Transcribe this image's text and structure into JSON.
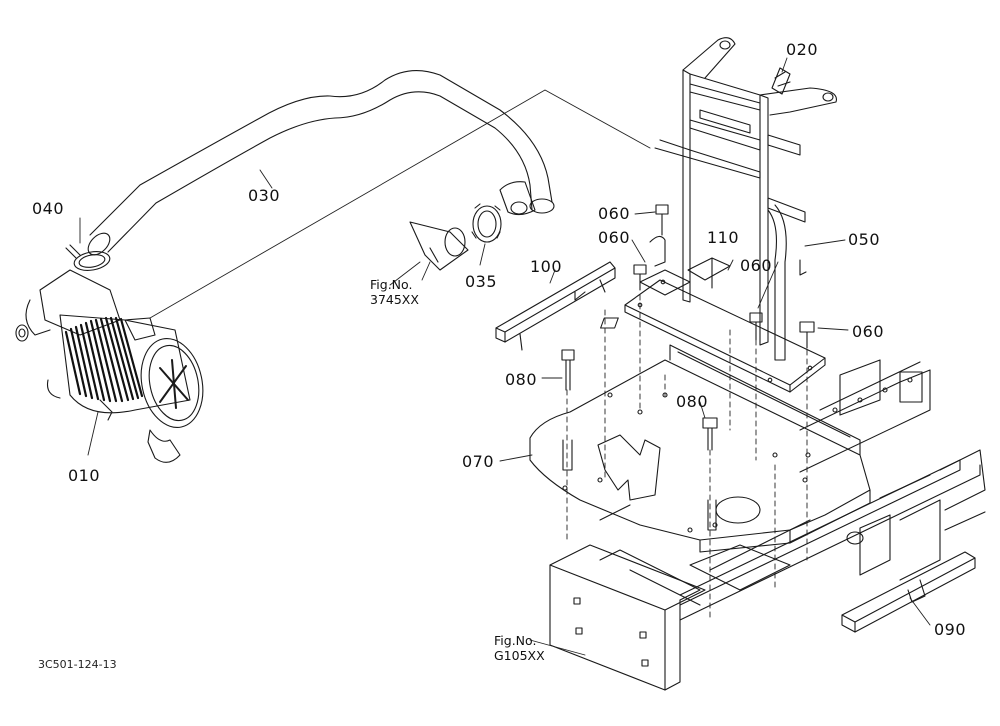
{
  "parts": [
    {
      "id": "p010",
      "label": "010"
    },
    {
      "id": "p020",
      "label": "020"
    },
    {
      "id": "p030",
      "label": "030"
    },
    {
      "id": "p035",
      "label": "035"
    },
    {
      "id": "p040",
      "label": "040"
    },
    {
      "id": "p050",
      "label": "050"
    },
    {
      "id": "p060a",
      "label": "060"
    },
    {
      "id": "p060b",
      "label": "060"
    },
    {
      "id": "p060c",
      "label": "060"
    },
    {
      "id": "p060d",
      "label": "060"
    },
    {
      "id": "p070",
      "label": "070"
    },
    {
      "id": "p080a",
      "label": "080"
    },
    {
      "id": "p080b",
      "label": "080"
    },
    {
      "id": "p090",
      "label": "090"
    },
    {
      "id": "p100",
      "label": "100"
    },
    {
      "id": "p110",
      "label": "110"
    }
  ],
  "figure_refs": [
    {
      "id": "ref1",
      "line1": "Fig.No.",
      "line2": "3745XX"
    },
    {
      "id": "ref2",
      "line1": "Fig.No.",
      "line2": "G105XX"
    }
  ],
  "drawing_code": "3C501-124-13"
}
